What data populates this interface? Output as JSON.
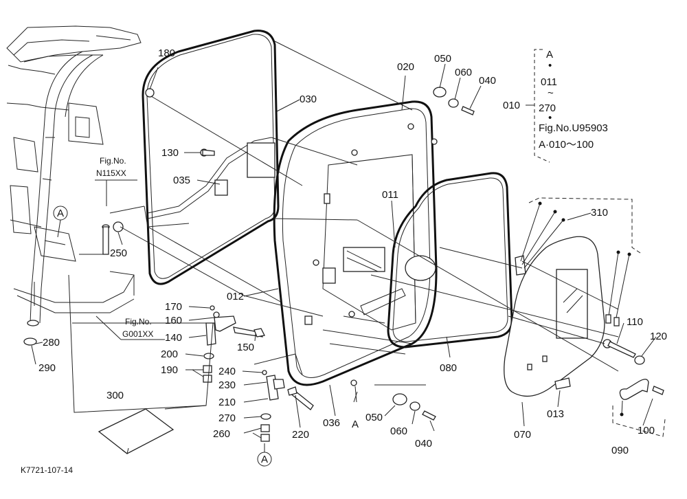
{
  "diagram_code": "K7721-107-14",
  "refs": {
    "nA": "A",
    "n011": "011",
    "tilde": "~",
    "n270": "270",
    "fig": "Fig.No.U95903",
    "range": "A·010〜100",
    "n010": "010"
  },
  "figs": {
    "n115_a": "Fig.No.",
    "n115_b": "N115XX",
    "g001_a": "Fig.No.",
    "g001_b": "G001XX"
  },
  "circle_A": "A",
  "callouts": [
    "180",
    "030",
    "020",
    "050",
    "060",
    "040",
    "130",
    "035",
    "011",
    "310",
    "250",
    "012",
    "170",
    "160",
    "140",
    "150",
    "200",
    "190",
    "240",
    "230",
    "210",
    "270",
    "260",
    "220",
    "036",
    "A",
    "050",
    "060",
    "040",
    "080",
    "013",
    "070",
    "110",
    "120",
    "100",
    "090",
    "280",
    "290",
    "300"
  ]
}
